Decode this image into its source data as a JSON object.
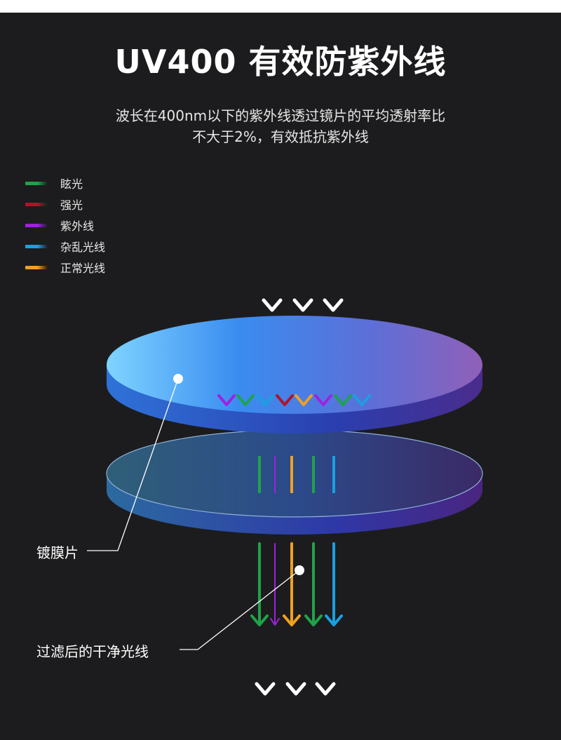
{
  "title": "UV400 有效防紫外线",
  "subtitle": {
    "line1": "波长在400nm以下的紫外线透过镜片的平均透射率比",
    "line2": "不大于2%，有效抵抗紫外线"
  },
  "legend": [
    {
      "label": "眩光",
      "color": "#1ea34a"
    },
    {
      "label": "强光",
      "color": "#b01428"
    },
    {
      "label": "紫外线",
      "color": "#a020e0"
    },
    {
      "label": "杂乱光线",
      "color": "#1aa0e0"
    },
    {
      "label": "正常光线",
      "color": "#f0a020"
    }
  ],
  "callouts": {
    "coated_lens": "镀膜片",
    "filtered_light": "过滤后的干净光线"
  }
}
